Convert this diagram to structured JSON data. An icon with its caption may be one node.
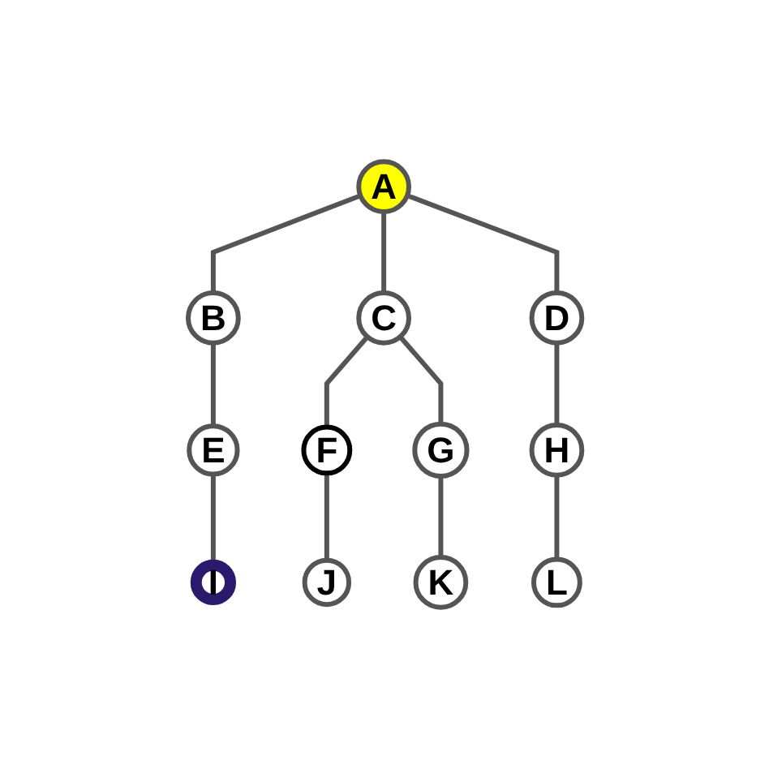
{
  "diagram": {
    "nodes": [
      {
        "text": [
          "A"
        ]
      },
      {
        "text": [
          "B"
        ]
      },
      {
        "text": [
          "C"
        ]
      },
      {
        "text": [
          "D"
        ]
      },
      {
        "text": [
          "E"
        ]
      },
      {
        "text": [
          "F"
        ]
      },
      {
        "text": [
          "G"
        ]
      },
      {
        "text": [
          "H"
        ]
      },
      {
        "text": [
          "I"
        ]
      },
      {
        "text": [
          "J"
        ]
      },
      {
        "text": [
          "K"
        ]
      },
      {
        "text": [
          "L"
        ]
      }
    ],
    "edges": [
      {
        "from": 0,
        "to": 1,
        "arrow": "none"
      },
      {
        "from": 0,
        "to": 2,
        "arrow": "none"
      },
      {
        "from": 0,
        "to": 3,
        "arrow": "none"
      },
      {
        "from": 1,
        "to": 4,
        "arrow": "none"
      },
      {
        "from": 2,
        "to": 5,
        "arrow": "none"
      },
      {
        "from": 2,
        "to": 6,
        "arrow": "none"
      },
      {
        "from": 3,
        "to": 7,
        "arrow": "none"
      },
      {
        "from": 4,
        "to": 8,
        "arrow": "none"
      },
      {
        "from": 5,
        "to": 9,
        "arrow": "none"
      },
      {
        "from": 6,
        "to": 10,
        "arrow": "none"
      },
      {
        "from": 7,
        "to": 11,
        "arrow": "none"
      }
    ]
  }
}
